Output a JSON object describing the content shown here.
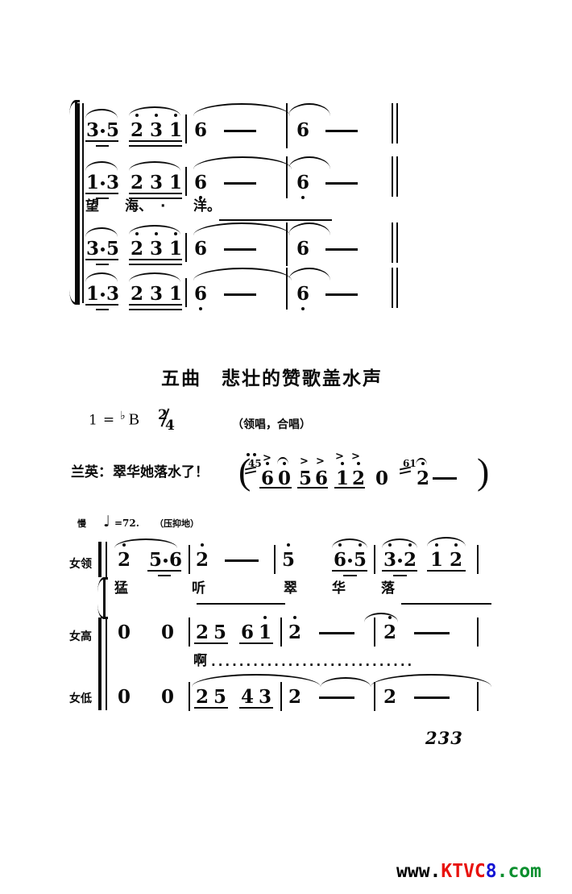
{
  "page": {
    "number": "233",
    "watermark": {
      "part1": "www.",
      "part2": "KTVC",
      "part3": "8",
      "part4": ".com"
    }
  },
  "system_top": {
    "staves": [
      {
        "voice": "",
        "notes": [
          "3",
          "5",
          "2",
          "3",
          "1",
          "6",
          "6"
        ],
        "measure1": "3·5 2 3 1",
        "measure2": "6 —",
        "measure3": "6 —",
        "octave": "high"
      },
      {
        "voice": "",
        "notes": [
          "1",
          "3",
          "2",
          "3",
          "1",
          "6",
          "6"
        ],
        "measure1": "1·3 2 3 1",
        "measure2": "6 —",
        "measure3": "6 —",
        "octave": "low"
      },
      {
        "voice": "",
        "notes": [
          "3",
          "5",
          "2",
          "3",
          "1",
          "6",
          "6"
        ],
        "measure1": "3·5 2 3 1",
        "measure2": "6 —",
        "measure3": "6 —",
        "octave": "high"
      },
      {
        "voice": "",
        "notes": [
          "1",
          "3",
          "2",
          "3",
          "1",
          "6",
          "6"
        ],
        "measure1": "1·3 2 3 1",
        "measure2": "6 —",
        "measure3": "6 —",
        "octave": "low"
      }
    ],
    "lyrics": [
      "望",
      "海、",
      "·",
      "洋。"
    ]
  },
  "title": {
    "text": "五曲　悲壮的赞歌盖水声"
  },
  "header": {
    "key_one": "1",
    "key_equals": "=",
    "key_flat": "♭",
    "key_letter": "B",
    "time_numerator": "2",
    "time_denominator": "4",
    "performance": "（领唱，合唱）"
  },
  "dialogue": {
    "speaker": "兰英：",
    "line": "翠华她落水了！",
    "open_paren": "(",
    "close_paren": ")",
    "grace1": "45",
    "notes": [
      "6",
      "0",
      "5",
      "6",
      "1",
      "2",
      "0",
      "2"
    ],
    "grace2": "61",
    "trailing_dash": "—"
  },
  "tempo": {
    "word": "慢",
    "note_glyph": "♩",
    "equals_value": "=72.",
    "expression": "（压抑地）"
  },
  "system_main": {
    "staves": [
      {
        "voice": "女领",
        "measures": [
          {
            "notes": [
              "2",
              "5",
              "6"
            ],
            "text": "2  5·6"
          },
          {
            "notes": [
              "2"
            ],
            "text": "2  —"
          },
          {
            "notes": [
              "5",
              "6",
              "5"
            ],
            "text": "5  6·5"
          },
          {
            "notes": [
              "3",
              "2",
              "1",
              "2"
            ],
            "text": "3·2  1 2"
          }
        ],
        "lyrics": [
          "猛",
          "听",
          "翠",
          "华",
          "落"
        ]
      },
      {
        "voice": "女高",
        "measures": [
          {
            "notes": [
              "0",
              "0"
            ],
            "text": "0   0"
          },
          {
            "notes": [
              "2",
              "5",
              "6",
              "1"
            ],
            "text": "2 5  6 1"
          },
          {
            "notes": [
              "2"
            ],
            "text": "2  —"
          },
          {
            "notes": [
              "2"
            ],
            "text": "2  —"
          }
        ],
        "lyrics": []
      },
      {
        "voice": "女低",
        "measures": [
          {
            "notes": [
              "0",
              "0"
            ],
            "text": "0   0"
          },
          {
            "notes": [
              "2",
              "5",
              "4",
              "3"
            ],
            "text": "2 5  4 3"
          },
          {
            "notes": [
              "2"
            ],
            "text": "2  —"
          },
          {
            "notes": [
              "2"
            ],
            "text": "2  —"
          }
        ],
        "lyrics": [
          "啊"
        ]
      }
    ],
    "lyric_extension": "·····························"
  }
}
